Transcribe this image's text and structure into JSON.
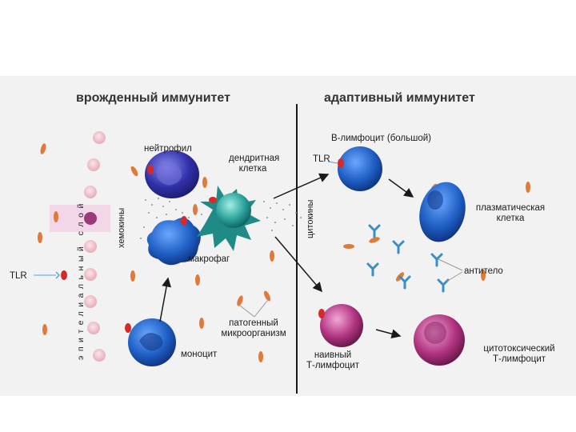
{
  "headings": {
    "innate": "врожденный иммунитет",
    "adaptive": "адаптивный иммунитет"
  },
  "labels": {
    "neutrophil": "нейтрофил",
    "dendritic_line1": "дендритная",
    "dendritic_line2": "клетка",
    "macrophage": "макрофаг",
    "monocyte": "моноцит",
    "pathogen_line1": "патогенный",
    "pathogen_line2": "микроорганизм",
    "chemokines": "хемокины",
    "cytokines": "цитокины",
    "epithelium": "эпителиальный слой",
    "tlr_left": "TLR",
    "tlr_right": "TLR",
    "b_lymphocyte": "В-лимфоцит (большой)",
    "plasma_line1": "плазматическая",
    "plasma_line2": "клетка",
    "antibody": "антитело",
    "naive_line1": "наивный",
    "naive_line2": "Т-лимфоцит",
    "cytotoxic_line1": "цитотоксический",
    "cytotoxic_line2": "Т-лимфоцит"
  },
  "colors": {
    "panel_background": "#f2f2f2",
    "divider": "#1a1a1a",
    "b_cell": "#1f5fc4",
    "t_cell": "#b0337f",
    "dendritic_cell": "#2aa09a",
    "antibody": "#3a8fc4",
    "pathogen": "#e07a3a",
    "receptor": "#d42a2a"
  }
}
